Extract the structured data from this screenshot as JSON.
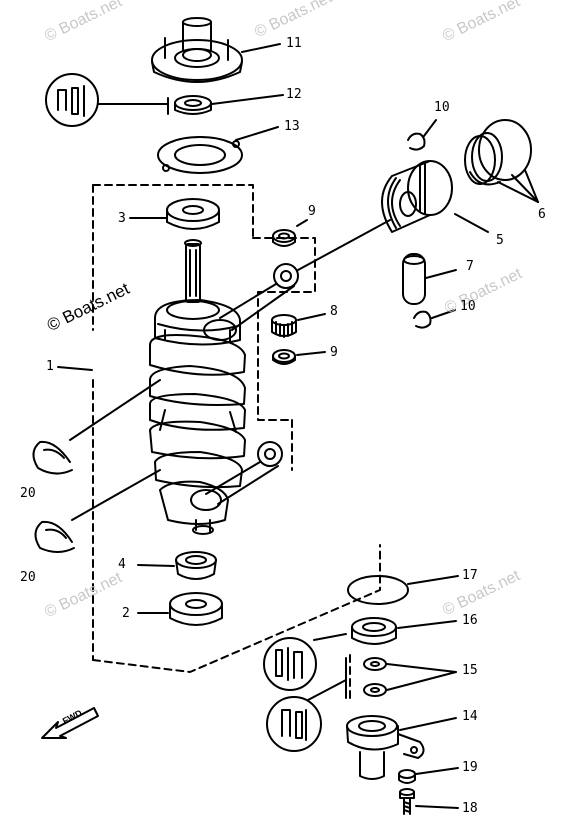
{
  "watermark": {
    "text": "© Boats.net"
  },
  "callouts": {
    "p1": "1",
    "p2": "2",
    "p3": "3",
    "p4": "4",
    "p5": "5",
    "p6": "6",
    "p7": "7",
    "p8": "8",
    "p9a": "9",
    "p9b": "9",
    "p10a": "10",
    "p10b": "10",
    "p11": "11",
    "p12": "12",
    "p13": "13",
    "p14": "14",
    "p15": "15",
    "p16": "16",
    "p17": "17",
    "p18": "18",
    "p19": "19",
    "p20a": "20",
    "p20b": "20"
  },
  "fwd_mark": "FWD"
}
